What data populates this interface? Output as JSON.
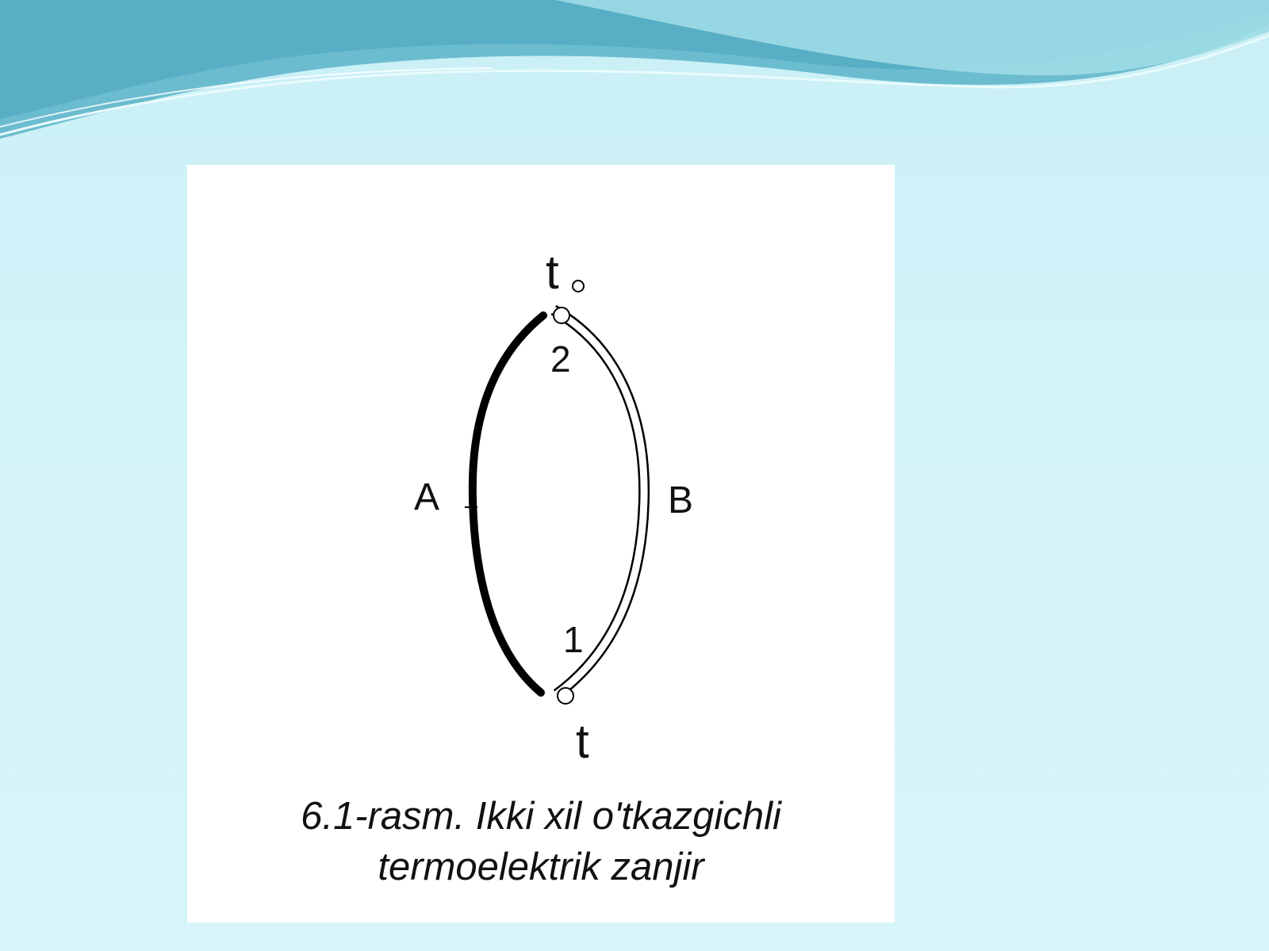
{
  "diagram": {
    "labels": {
      "top_temperature": "t",
      "top_temperature_subscript": "o",
      "junction_top": "2",
      "conductor_a": "A",
      "conductor_b": "B",
      "junction_bottom": "1",
      "bottom_temperature": "t"
    },
    "caption": {
      "line1": "6.1-rasm. Ikki xil o'tkazgichli",
      "line2": "termoelektrik zanjir"
    }
  }
}
